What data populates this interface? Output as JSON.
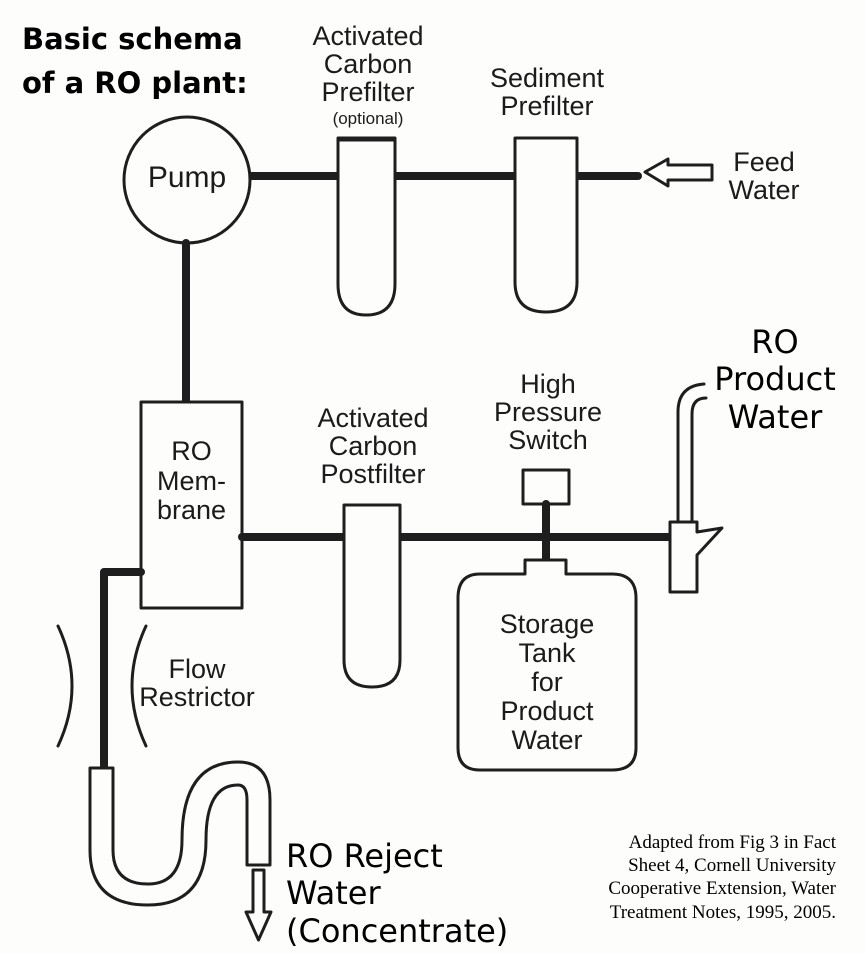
{
  "title": "Basic schema\nof a RO plant:",
  "components": {
    "activated_carbon_prefilter": {
      "label": "Activated\nCarbon\nPrefilter",
      "note": "(optional)"
    },
    "sediment_prefilter": {
      "label": "Sediment\nPrefilter"
    },
    "feed_water": {
      "label": "Feed\nWater"
    },
    "pump": {
      "label": "Pump"
    },
    "ro_membrane": {
      "label": "RO\nMem-\nbrane"
    },
    "activated_carbon_postfilter": {
      "label": "Activated\nCarbon\nPostfilter"
    },
    "high_pressure_switch": {
      "label": "High\nPressure\nSwitch"
    },
    "ro_product_water": {
      "label": "RO\nProduct\nWater"
    },
    "storage_tank": {
      "label": "Storage\nTank\nfor\nProduct\nWater"
    },
    "flow_restrictor": {
      "label": "Flow\nRestrictor"
    },
    "ro_reject_water": {
      "label": "RO Reject Water\n(Concentrate)"
    }
  },
  "credit": "Adapted from Fig 3 in Fact\nSheet 4, Cornell University\nCooperative Extension, Water\nTreatment Notes,  1995, 2005."
}
